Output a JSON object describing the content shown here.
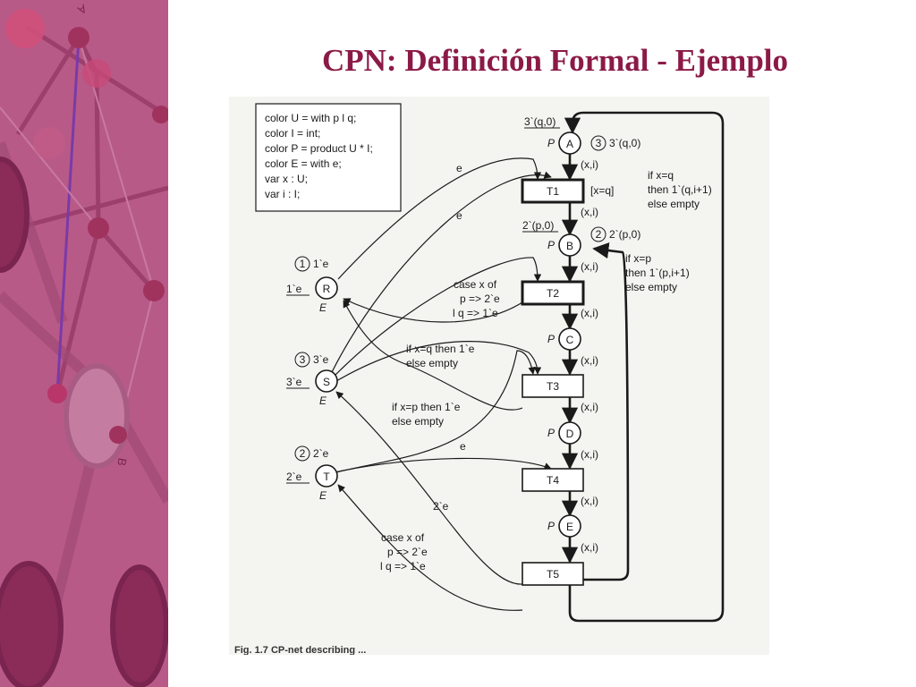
{
  "slide": {
    "title": "CPN: Definición Formal - Ejemplo",
    "sidebar_letters": {
      "top": "A",
      "bottom": "B"
    },
    "declarations": [
      "color U = with p l q;",
      "color I = int;",
      "color P = product U * I;",
      "color E = with e;",
      "var x : U;",
      "var i : I;"
    ],
    "places": {
      "A": {
        "label": "A",
        "type": "P",
        "marking": "3`(q,0)",
        "count": "3",
        "count_text": "3`(q,0)"
      },
      "B": {
        "label": "B",
        "type": "P",
        "marking": "2`(p,0)",
        "count": "2",
        "count_text": "2`(p,0)"
      },
      "C": {
        "label": "C",
        "type": "P"
      },
      "D": {
        "label": "D",
        "type": "P"
      },
      "E": {
        "label": "E",
        "type": "P"
      },
      "R": {
        "label": "R",
        "type": "E",
        "marking": "1`e",
        "count": "1",
        "count_text": "1`e"
      },
      "S": {
        "label": "S",
        "type": "E",
        "marking": "3`e",
        "count": "3",
        "count_text": "3`e"
      },
      "T": {
        "label": "T",
        "type": "E",
        "marking": "2`e",
        "count": "2",
        "count_text": "2`e"
      }
    },
    "transitions": [
      "T1",
      "T2",
      "T3",
      "T4",
      "T5"
    ],
    "guard_t1": "[x=q]",
    "arc_xi": "(x,i)",
    "arc_e": "e",
    "arc_2e": "2`e",
    "feedback_q": [
      "if x=q",
      "then 1`(q,i+1)",
      "else empty"
    ],
    "feedback_p": [
      "if x=p",
      "then 1`(p,i+1)",
      "else empty"
    ],
    "case_t2": [
      "case x of",
      "p => 2`e",
      "l q => 1`e"
    ],
    "case_t5": [
      "case x of",
      "p => 2`e",
      "l q => 1`e"
    ],
    "cond_q": [
      "if x=q then 1`e",
      "else empty"
    ],
    "cond_p": [
      "if x=p then 1`e",
      "else empty"
    ],
    "caption": "Fig. 1.7  CP-net describing ..."
  }
}
